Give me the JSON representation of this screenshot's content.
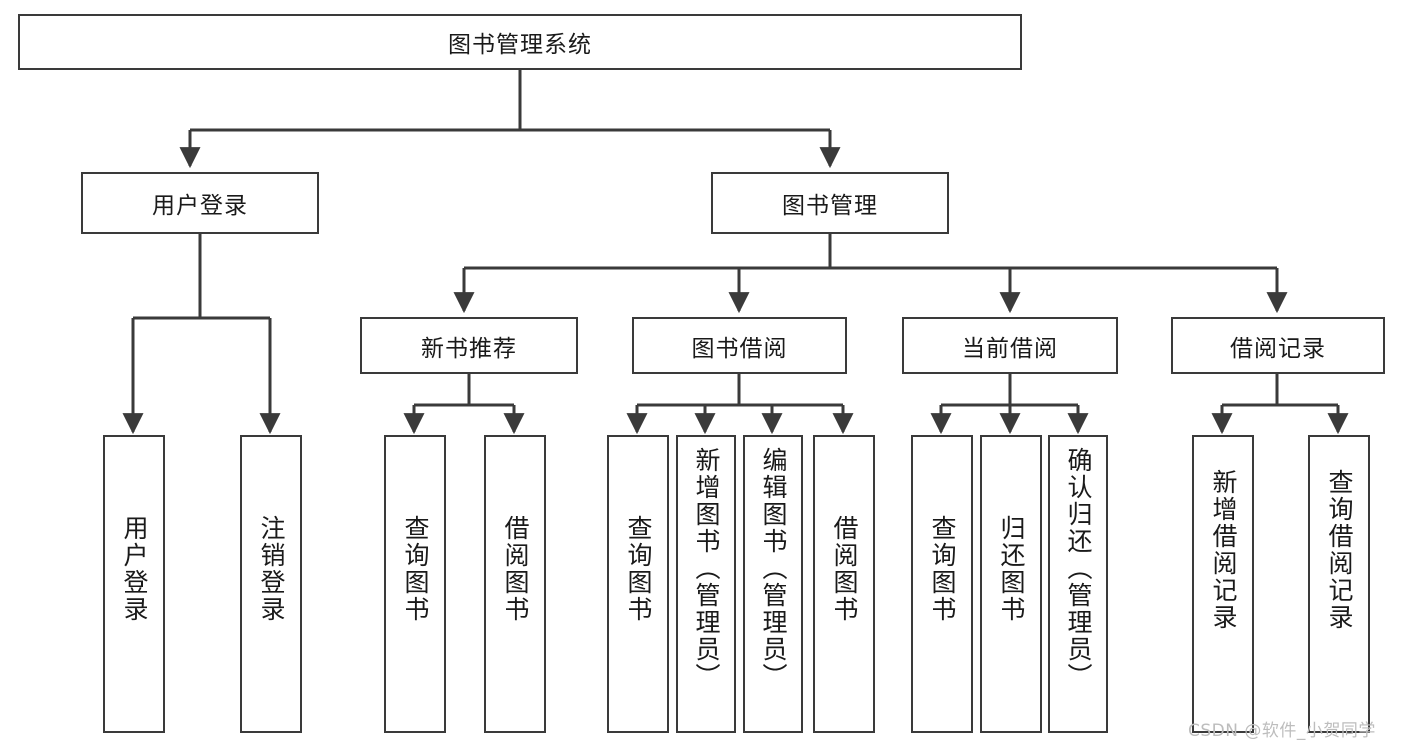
{
  "diagram": {
    "type": "tree",
    "title": "图书管理系统",
    "root": {
      "id": "root",
      "label": "图书管理系统"
    },
    "level2": [
      {
        "id": "user-login",
        "label": "用户登录"
      },
      {
        "id": "book-management",
        "label": "图书管理"
      }
    ],
    "level3": [
      {
        "id": "new-book-recommend",
        "label": "新书推荐",
        "parent": "book-management"
      },
      {
        "id": "book-borrow",
        "label": "图书借阅",
        "parent": "book-management"
      },
      {
        "id": "current-borrow",
        "label": "当前借阅",
        "parent": "book-management"
      },
      {
        "id": "borrow-record",
        "label": "借阅记录",
        "parent": "book-management"
      }
    ],
    "leaves": [
      {
        "id": "leaf-user-login",
        "label": "用户登录",
        "parent": "user-login"
      },
      {
        "id": "leaf-user-logout",
        "label": "注销登录",
        "parent": "user-login"
      },
      {
        "id": "leaf-query-book-1",
        "label": "查询图书",
        "parent": "new-book-recommend"
      },
      {
        "id": "leaf-borrow-book-1",
        "label": "借阅图书",
        "parent": "new-book-recommend"
      },
      {
        "id": "leaf-query-book-2",
        "label": "查询图书",
        "parent": "book-borrow"
      },
      {
        "id": "leaf-add-book",
        "label": "新增图书（管理员）",
        "parent": "book-borrow"
      },
      {
        "id": "leaf-edit-book",
        "label": "编辑图书（管理员）",
        "parent": "book-borrow"
      },
      {
        "id": "leaf-borrow-book-2",
        "label": "借阅图书",
        "parent": "book-borrow"
      },
      {
        "id": "leaf-query-book-3",
        "label": "查询图书",
        "parent": "current-borrow"
      },
      {
        "id": "leaf-return-book",
        "label": "归还图书",
        "parent": "current-borrow"
      },
      {
        "id": "leaf-confirm-return",
        "label": "确认归还（管理员）",
        "parent": "current-borrow"
      },
      {
        "id": "leaf-add-record",
        "label": "新增借阅记录",
        "parent": "borrow-record"
      },
      {
        "id": "leaf-query-record",
        "label": "查询借阅记录",
        "parent": "borrow-record"
      }
    ]
  },
  "watermark": {
    "text": "CSDN @软件_小贺同学"
  },
  "colors": {
    "stroke": "#3a3a3a",
    "text": "#1a1a1a",
    "background": "#ffffff",
    "watermark": "#bdbdbd"
  }
}
